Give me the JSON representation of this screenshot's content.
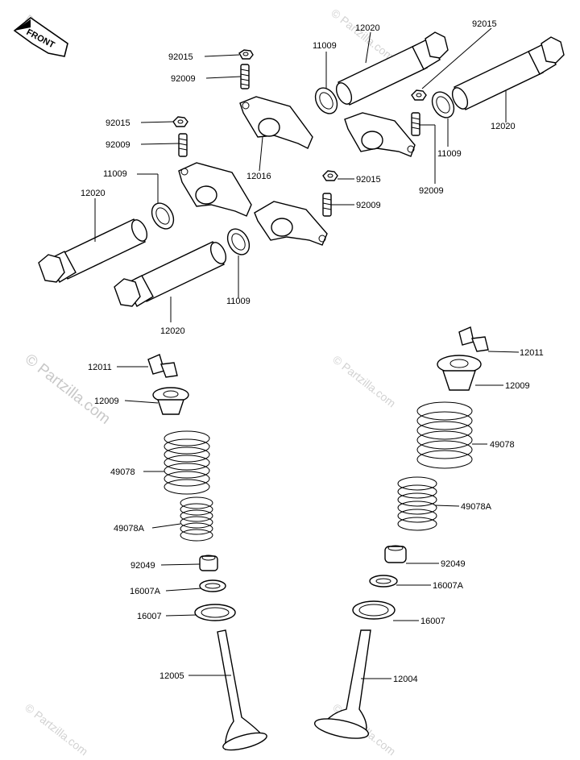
{
  "badge": {
    "front": "FRONT"
  },
  "watermark": {
    "text": "© Partzilla.com",
    "small": "Partzilla"
  },
  "labels": {
    "l_92015_a": "92015",
    "l_92009_a": "92009",
    "l_11009_a": "11009",
    "l_12020_a": "12020",
    "l_92015_b": "92015",
    "l_92015_c": "92015",
    "l_92009_b": "92009",
    "l_11009_b": "11009",
    "l_12020_b": "12020",
    "l_12016": "12016",
    "l_12020_c": "12020",
    "l_11009_c": "11009",
    "l_92015_d": "92015",
    "l_92009_c": "92009",
    "l_92009_d": "92009",
    "l_11009_d": "11009",
    "l_12020_d": "12020",
    "l_12011_l": "12011",
    "l_12009_l": "12009",
    "l_49078_l": "49078",
    "l_49078A_l": "49078A",
    "l_92049_l": "92049",
    "l_16007A_l": "16007A",
    "l_16007_l": "16007",
    "l_12005": "12005",
    "l_12011_r": "12011",
    "l_12009_r": "12009",
    "l_49078_r": "49078",
    "l_49078A_r": "49078A",
    "l_92049_r": "92049",
    "l_16007A_r": "16007A",
    "l_16007_r": "16007",
    "l_12004": "12004"
  }
}
